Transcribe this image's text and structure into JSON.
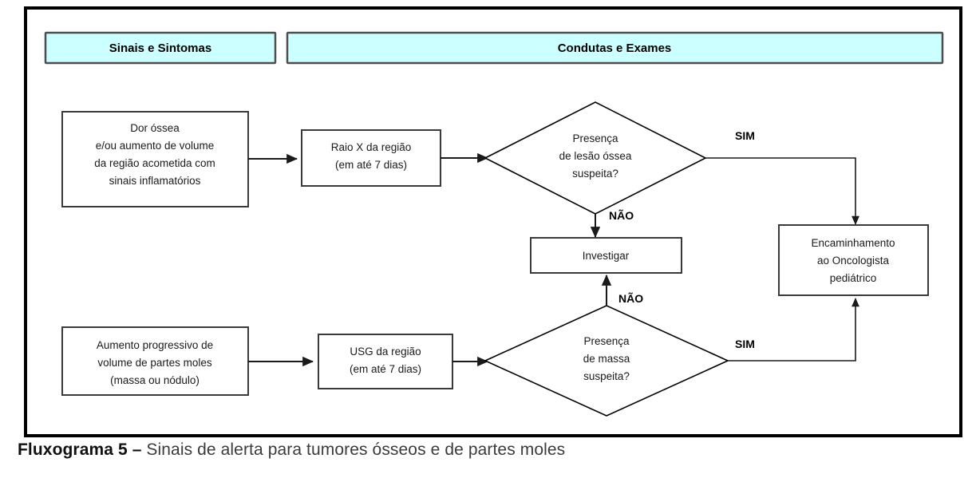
{
  "diagram": {
    "headers": [
      {
        "id": "sinais",
        "label": "Sinais e Sintomas"
      },
      {
        "id": "condutas",
        "label": "Condutas e Exames"
      }
    ],
    "nodes": [
      {
        "id": "dor-ossea",
        "type": "process",
        "lines": [
          "Dor óssea",
          "e/ou aumento de volume",
          "da região acometida com",
          "sinais inflamatórios"
        ]
      },
      {
        "id": "raio-x",
        "type": "process",
        "lines": [
          "Raio X da região",
          "(em até 7 dias)"
        ]
      },
      {
        "id": "lesao-ossea",
        "type": "decision",
        "lines": [
          "Presença",
          "de lesão óssea",
          "suspeita?"
        ]
      },
      {
        "id": "investigar",
        "type": "process",
        "lines": [
          "Investigar"
        ]
      },
      {
        "id": "encaminhamento",
        "type": "process",
        "lines": [
          "Encaminhamento",
          "ao Oncologista",
          "pediátrico"
        ]
      },
      {
        "id": "aumento-volume",
        "type": "process",
        "lines": [
          "Aumento progressivo de",
          "volume de partes moles",
          "(massa ou nódulo)"
        ]
      },
      {
        "id": "usg",
        "type": "process",
        "lines": [
          "USG da região",
          "(em até 7 dias)"
        ]
      },
      {
        "id": "massa",
        "type": "decision",
        "lines": [
          "Presença",
          "de massa",
          "suspeita?"
        ]
      }
    ],
    "edge_labels": [
      {
        "id": "sim-top",
        "text": "SIM"
      },
      {
        "id": "nao-top",
        "text": "NÃO"
      },
      {
        "id": "nao-bottom",
        "text": "NÃO"
      },
      {
        "id": "sim-bottom",
        "text": "SIM"
      }
    ],
    "colors": {
      "header_fill": "#ccffff",
      "header_stroke": "#4d4d4d",
      "node_stroke": "#3a3a3a",
      "line": "#1a1a1a",
      "frame": "#000000"
    }
  },
  "caption": {
    "title": "Fluxograma 5",
    "dash": "–",
    "text": "Sinais de alerta para tumores ósseos e de partes moles"
  }
}
